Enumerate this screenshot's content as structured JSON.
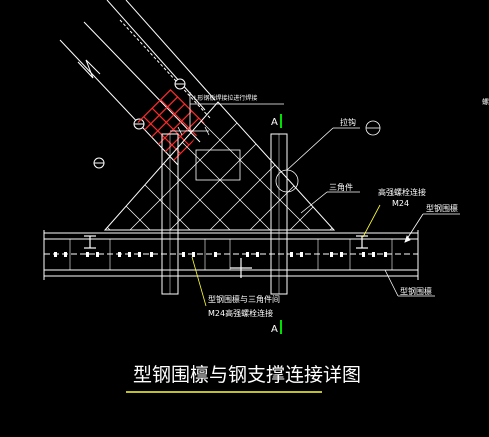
{
  "drawing": {
    "title": "型钢围檩与钢支撑连接详图",
    "labels": {
      "top_note": "L形钢板焊接拉进行焊接",
      "tie": "拉钩",
      "triangle": "三角件",
      "bolt_top_1": "高强螺栓连接",
      "bolt_top_2": "M24",
      "waler_upper": "型钢围檩",
      "waler_lower": "型钢围檩",
      "bottom_1": "型钢围檩与三角件间",
      "bottom_2": "M24高强螺栓连接",
      "section_top": "A",
      "section_bottom": "A",
      "edge_cut": "螺"
    }
  },
  "colors": {
    "background": "#000000",
    "linework": "#ffffff",
    "hatch": "#ff2a2a",
    "leader": "#ffff33",
    "cut_line": "#00e000",
    "title_underline": "#ffff33"
  }
}
